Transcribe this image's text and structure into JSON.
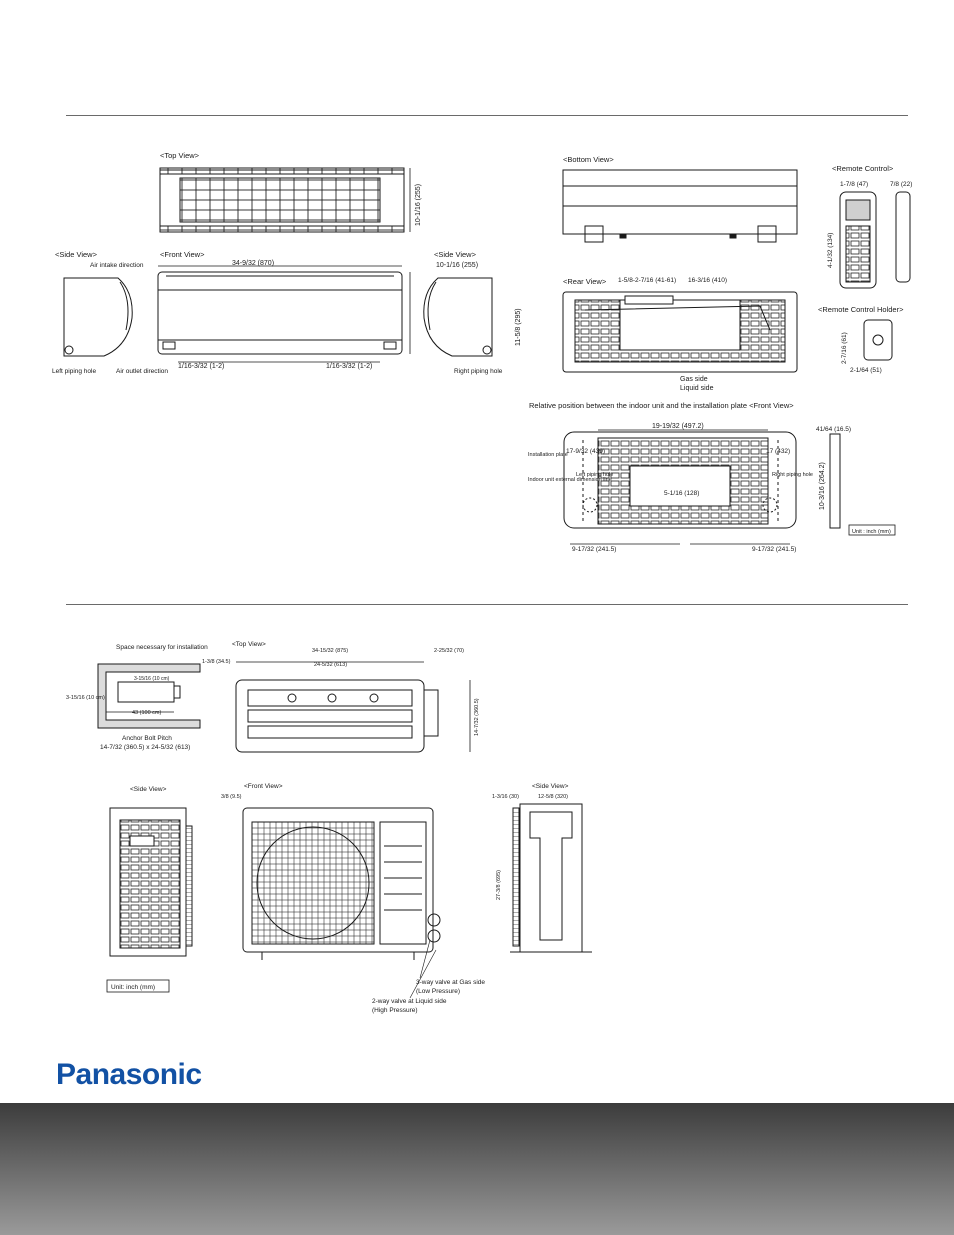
{
  "indoor": {
    "top_view": "<Top View>",
    "front_view": "<Front View>",
    "side_view_left": "<Side View>",
    "side_view_right": "<Side View>",
    "bottom_view": "<Bottom View>",
    "rear_view": "<Rear View>",
    "remote_control": "<Remote Control>",
    "remote_control_holder": "<Remote Control Holder>",
    "air_intake": "Air intake direction",
    "air_outlet": "Air outlet direction",
    "left_piping_hole": "Left piping hole",
    "right_piping_hole": "Right piping hole",
    "gas_side": "Gas side",
    "liquid_side": "Liquid side",
    "relative_position": "Relative position between the indoor unit and the installation plate <Front View>",
    "installation_plate": "Installation plate",
    "indoor_external_line": "Indoor unit external dimension line",
    "plate_left_piping": "Left piping hole",
    "plate_right_piping": "Right piping hole",
    "unit": "Unit : inch (mm)",
    "dims": {
      "top_depth": "10-1/16 (255)",
      "front_width": "34-9/32 (870)",
      "side_depth": "10-1/16 (255)",
      "front_height": "11-5/8 (295)",
      "front_bottom_left": "1/16-3/32 (1-2)",
      "front_bottom_right": "1/16-3/32 (1-2)",
      "rear_left": "1-5/8-2-7/16 (41-61)",
      "rear_right": "16-3/16 (410)",
      "remote_width": "1-7/8 (47)",
      "remote_depth": "7/8 (22)",
      "remote_height": "4-1/32 (134)",
      "holder_height": "2-7/16 (61)",
      "holder_width": "2-1/64 (51)",
      "plate_top": "19-19/32 (497.2)",
      "plate_left": "17-9/32 (439)",
      "plate_right": "17 (432)",
      "plate_center": "5-1/16 (128)",
      "plate_bottom_left": "9-17/32 (241.5)",
      "plate_bottom_right": "9-17/32 (241.5)",
      "plate_side_top": "41/64 (16.5)",
      "plate_side_height": "10-3/16 (264.2)"
    }
  },
  "outdoor": {
    "space_necessary": "Space necessary for installation",
    "top_view": "<Top View>",
    "front_view": "<Front View>",
    "side_view_left": "<Side View>",
    "side_view_right": "<Side View>",
    "anchor_bolt_pitch_label": "Anchor Bolt Pitch",
    "anchor_bolt_pitch_value": "14-7/32 (360.5) x 24-5/32 (613)",
    "three_way_valve": "3-way valve at Gas side",
    "three_way_valve_sub": "(Low Pressure)",
    "two_way_valve": "2-way valve at Liquid side",
    "two_way_valve_sub": "(High Pressure)",
    "unit": "Unit: inch (mm)",
    "dims": {
      "space_left": "3-15/16 (10 cm)",
      "space_bottom": "43 (100 cm)",
      "top_left": "1-3/8 (34.5)",
      "top_width": "34-15/32 (875)",
      "top_right": "2-25/32 (70)",
      "top_pitch": "24-5/32 (613)",
      "top_depth": "14-7/32 (360.5)",
      "front_left": "3/8 (9.5)",
      "side_left": "1-3/16 (30)",
      "side_width": "12-5/8 (320)",
      "side_height": "27-3/8 (695)"
    }
  },
  "brand": "Panasonic",
  "colors": {
    "brand": "#1251a4",
    "footer_top": "#3c3c3c",
    "footer_bottom": "#9a9a9a"
  }
}
